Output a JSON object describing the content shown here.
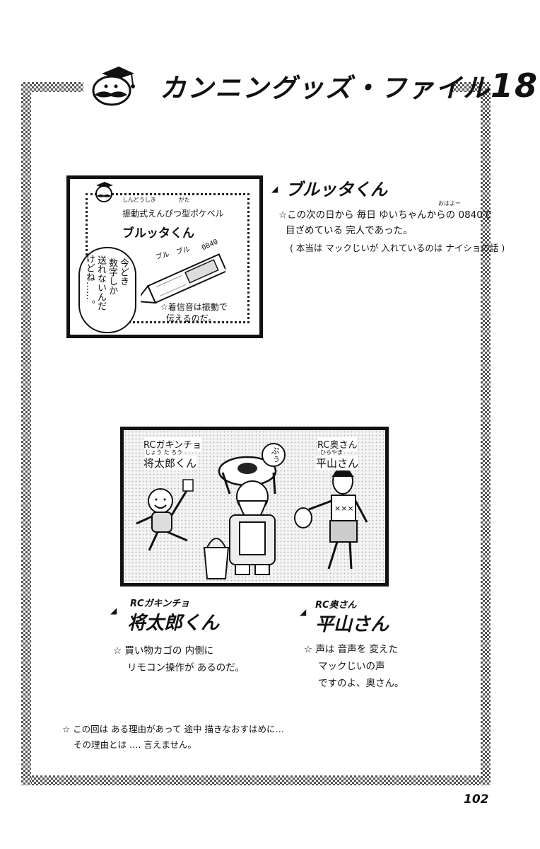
{
  "header": {
    "title": "カンニングッズ・ファイル",
    "number": "18",
    "mascot_icon": "mustache-graduate-cap-mascot"
  },
  "panel1": {
    "ruby_small": "しんどうしき　　　　がた",
    "product_small": "振動式えんぴつ型ポケベル",
    "product_name": "ブルッタくん",
    "sound_effect": "ブル　ブル",
    "pager_display": "0840",
    "note_line1": "☆着信音は振動で",
    "note_line2": "伝えるのだ。",
    "bubble_cols": [
      "今どき",
      "数字しか",
      "送れないんだ",
      "けどね……。"
    ]
  },
  "item1": {
    "heading": "ブルッタくん",
    "ruby": "おはよー",
    "line1": "☆この次の日から 毎日 ゆいちゃんからの 0840で",
    "line2": "目ざめている 完人であった。",
    "line3": "( 本当は マックじいが 入れているのは ナイショの話 )"
  },
  "panel2": {
    "label_left_top": "RCガキンチョ",
    "label_left_ruby": "しょう た ろう",
    "label_left_name": "将太郎くん",
    "label_right_top": "RC奥さん",
    "label_right_ruby": "ひらやま",
    "label_right_name": "平山さん",
    "puu": "ぷぅ"
  },
  "item2": {
    "sub": "RCガキンチョ",
    "heading": "将太郎くん",
    "line1": "☆ 買い物カゴの 内側に",
    "line2": "リモコン操作が あるのだ。"
  },
  "item3": {
    "sub": "RC奥さん",
    "heading": "平山さん",
    "line1": "☆ 声は 音声を 変えた",
    "line2": "マックじいの声",
    "line3": "ですのよ、奥さん。"
  },
  "footnote": {
    "line1": "☆ この回は ある理由があって 途中 描きなおすはめに…",
    "line2": "その理由とは …. 言えません。"
  },
  "page_number": "102"
}
